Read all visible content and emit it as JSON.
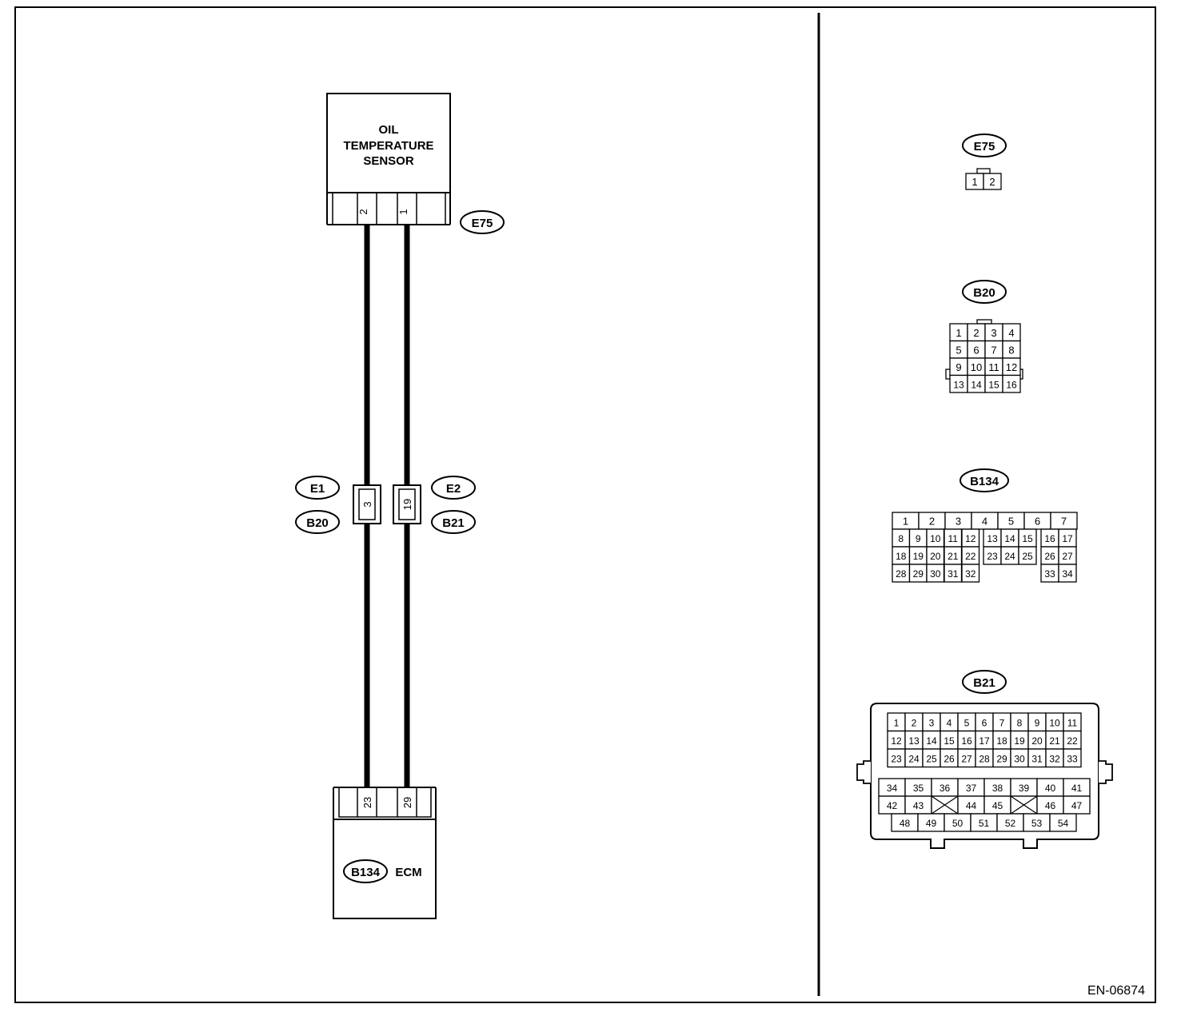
{
  "document_code": "EN-06874",
  "sensor": {
    "lines": [
      "OIL",
      "TEMPERATURE",
      "SENSOR"
    ],
    "connector": "E75",
    "pins": [
      "2",
      "1"
    ]
  },
  "ecm": {
    "label": "ECM",
    "connector": "B134",
    "pins": [
      "23",
      "29"
    ]
  },
  "junctions": [
    {
      "side": "left",
      "pin": "3",
      "tags": [
        "E1",
        "B20"
      ]
    },
    {
      "side": "right",
      "pin": "19",
      "tags": [
        "E2",
        "B21"
      ]
    }
  ],
  "connector_views": {
    "E75": {
      "tag": "E75",
      "rows": [
        [
          "1",
          "2"
        ]
      ]
    },
    "B20": {
      "tag": "B20",
      "rows": [
        [
          "1",
          "2",
          "3",
          "4"
        ],
        [
          "5",
          "6",
          "7",
          "8"
        ],
        [
          "9",
          "10",
          "11",
          "12"
        ],
        [
          "13",
          "14",
          "15",
          "16"
        ]
      ]
    },
    "B134": {
      "tag": "B134",
      "rows": [
        [
          "1",
          "2",
          "3",
          "4",
          "5",
          "6",
          "7"
        ],
        [
          "8",
          "9",
          "10",
          "11",
          "12",
          "13",
          "14",
          "15",
          "16",
          "17"
        ],
        [
          "18",
          "19",
          "20",
          "21",
          "22",
          "23",
          "24",
          "25",
          "26",
          "27"
        ],
        [
          "28",
          "29",
          "30",
          "31",
          "32",
          "33",
          "34"
        ]
      ]
    },
    "B21": {
      "tag": "B21",
      "rows": [
        [
          "1",
          "2",
          "3",
          "4",
          "5",
          "6",
          "7",
          "8",
          "9",
          "10",
          "11"
        ],
        [
          "12",
          "13",
          "14",
          "15",
          "16",
          "17",
          "18",
          "19",
          "20",
          "21",
          "22"
        ],
        [
          "23",
          "24",
          "25",
          "26",
          "27",
          "28",
          "29",
          "30",
          "31",
          "32",
          "33"
        ],
        [
          "34",
          "35",
          "36",
          "37",
          "38",
          "39",
          "40",
          "41"
        ],
        [
          "42",
          "43",
          "44",
          "45",
          "46",
          "47"
        ],
        [
          "48",
          "49",
          "50",
          "51",
          "52",
          "53",
          "54"
        ]
      ]
    }
  }
}
